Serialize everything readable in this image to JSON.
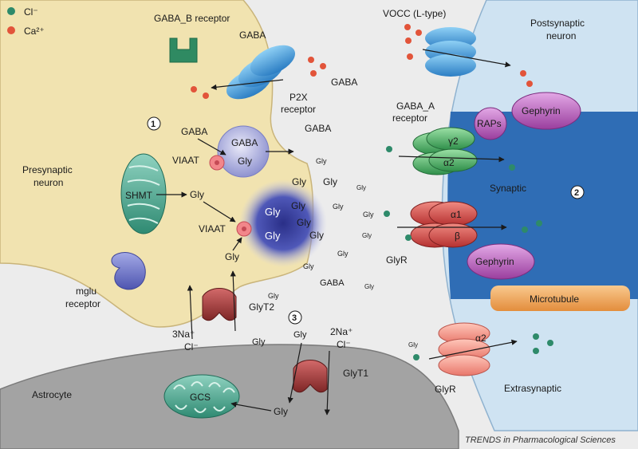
{
  "legend": {
    "cl": "Cl⁻",
    "ca": "Ca²⁺"
  },
  "labels": {
    "gabab_receptor": "GABA_B receptor",
    "gaba_top": "GABA",
    "p2x": "P2X",
    "receptor": "receptor",
    "gaba_cleft_1": "GABA",
    "gaba_cleft_2": "GABA",
    "gaba_cleft_3": "GABA",
    "num1": "1",
    "num2": "2",
    "num3": "3",
    "gaba_pre": "GABA",
    "viaat_1": "VIAAT",
    "viaat_2": "VIAAT",
    "vesicle1_gaba": "GABA",
    "vesicle1_gly": "Gly",
    "presynaptic_1": "Presynaptic",
    "presynaptic_2": "neuron",
    "shmt": "SHMT",
    "gly_shmt": "Gly",
    "gly_pre": "Gly",
    "gly_v2_1": "Gly",
    "gly_v2_2": "Gly",
    "gly_v2_3": "Gly",
    "gly_v2_4": "Gly",
    "gly_v2_5": "Gly",
    "gly_v2_6": "Gly",
    "mglu_1": "mglu",
    "mglu_2": "receptor",
    "glyt2": "GlyT2",
    "na3": "3Na⁺",
    "cl_a": "Cl⁻",
    "glyt1": "GlyT1",
    "na2": "2Na⁺",
    "cl_b": "Cl⁻",
    "gly_astro_up": "Gly",
    "gly_astro_down": "Gly",
    "gly_cleft_low": "Gly",
    "astrocyte": "Astrocyte",
    "gcs": "GCS",
    "gly_astro": "Gly",
    "vocc": "VOCC (L-type)",
    "postsynaptic_1": "Postsynaptic",
    "postsynaptic_2": "neuron",
    "gephyrin_top": "Gephyrin",
    "raps": "RAPs",
    "gabaa_receptor": "GABA_A",
    "gabaa_receptor_2": "receptor",
    "gamma2": "γ2",
    "alpha2": "α2",
    "synaptic": "Synaptic",
    "alpha1": "α1",
    "beta": "β",
    "glyr_1": "GlyR",
    "gephyrin_bottom": "Gephyrin",
    "microtubule": "Microtubule",
    "alpha2_extra": "α2",
    "glyr_2": "GlyR",
    "extrasynaptic": "Extrasynaptic",
    "gly_c1": "Gly",
    "gly_c2": "Gly",
    "gly_c3": "Gly",
    "gly_c4": "Gly",
    "gly_c5": "Gly",
    "gly_c6": "Gly",
    "gly_c7": "Gly",
    "gly_c8": "Gly",
    "gly_c9": "Gly",
    "gly_c10": "Gly",
    "gly_extra": "Gly",
    "footer": "TRENDS in Pharmacological Sciences"
  },
  "colors": {
    "background": "#ececec",
    "presynaptic": "#f1e3b0",
    "postsynaptic": "#cfe3f2",
    "synaptic_zone": "#2f6db5",
    "astrocyte": "#9e9e9e",
    "chloride": "#2e8a6a",
    "calcium": "#e2543a",
    "gephyrin": "#b35ab3",
    "microtubule": "#f2a75e",
    "receptor_blue": "#4a9fd8",
    "receptor_green": "#4cb06a",
    "receptor_red": "#d24848",
    "transporter": "#9e3a3a"
  }
}
